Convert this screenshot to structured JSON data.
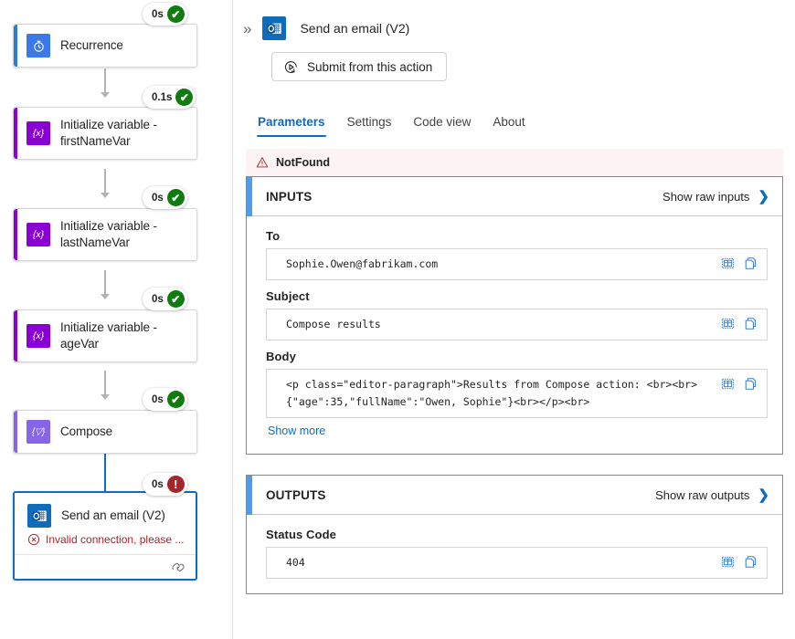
{
  "flow": {
    "nodes": [
      {
        "id": "recurrence",
        "title": "Recurrence",
        "icon": "clock-icon",
        "icon_glyph": "⏱",
        "accent": "#2d7dd2",
        "icon_bg": "#3b79e8",
        "duration": "0s",
        "status": "succeeded"
      },
      {
        "id": "init-first",
        "title": "Initialize variable - firstNameVar",
        "icon": "variable-icon",
        "icon_glyph": "{x}",
        "accent": "#8a00d4",
        "icon_bg": "#8a00d4",
        "duration": "0.1s",
        "status": "succeeded"
      },
      {
        "id": "init-last",
        "title": "Initialize variable - lastNameVar",
        "icon": "variable-icon",
        "icon_glyph": "{x}",
        "accent": "#8a00d4",
        "icon_bg": "#8a00d4",
        "duration": "0s",
        "status": "succeeded"
      },
      {
        "id": "init-age",
        "title": "Initialize variable - ageVar",
        "icon": "variable-icon",
        "icon_glyph": "{x}",
        "accent": "#8a00d4",
        "icon_bg": "#8a00d4",
        "duration": "0s",
        "status": "succeeded"
      },
      {
        "id": "compose",
        "title": "Compose",
        "icon": "compose-icon",
        "icon_glyph": "{▽}",
        "accent": "#8764e8",
        "icon_bg": "#8764e8",
        "duration": "0s",
        "status": "succeeded"
      },
      {
        "id": "send-email",
        "title": "Send an email (V2)",
        "icon": "outlook-icon",
        "icon_glyph": "",
        "accent": "#0f6cbd",
        "icon_bg": "#0f6cbd",
        "duration": "0s",
        "status": "failed",
        "error_text": "Invalid connection, please ..."
      }
    ],
    "status_glyphs": {
      "succeeded": "✔",
      "failed": "!"
    },
    "colors": {
      "success": "#107c10",
      "error": "#a4262c",
      "selected_border": "#0f6cbd"
    }
  },
  "panel": {
    "collapse_icon": "»",
    "action_icon": "outlook-icon",
    "title": "Send an email (V2)",
    "submit_button": {
      "label": "Submit from this action",
      "icon": "play-rerun-icon"
    },
    "tabs": [
      {
        "id": "parameters",
        "label": "Parameters",
        "active": true
      },
      {
        "id": "settings",
        "label": "Settings",
        "active": false
      },
      {
        "id": "codeview",
        "label": "Code view",
        "active": false
      },
      {
        "id": "about",
        "label": "About",
        "active": false
      }
    ],
    "error_banner": {
      "icon": "warning-icon",
      "text": "NotFound"
    },
    "inputs_card": {
      "heading": "INPUTS",
      "raw_link": "Show raw inputs",
      "chevron": "❯",
      "fields": [
        {
          "id": "to",
          "label": "To",
          "value": "Sophie.Owen@fabrikam.com"
        },
        {
          "id": "subject",
          "label": "Subject",
          "value": "Compose results"
        },
        {
          "id": "body",
          "label": "Body",
          "value": "<p class=\"editor-paragraph\">Results from Compose action: <br><br>{\"age\":35,\"fullName\":\"Owen, Sophie\"}<br></p><br>"
        }
      ],
      "show_more": "Show more"
    },
    "outputs_card": {
      "heading": "OUTPUTS",
      "raw_link": "Show raw outputs",
      "chevron": "❯",
      "fields": [
        {
          "id": "status-code",
          "label": "Status Code",
          "value": "404"
        }
      ]
    },
    "field_actions": {
      "expand": "table-expand-icon",
      "copy": "copy-icon"
    },
    "colors": {
      "accent": "#0f6cbd",
      "card_accent": "#4f9bec",
      "error_bg": "#fdf3f4",
      "error_fg": "#a4262c"
    }
  }
}
